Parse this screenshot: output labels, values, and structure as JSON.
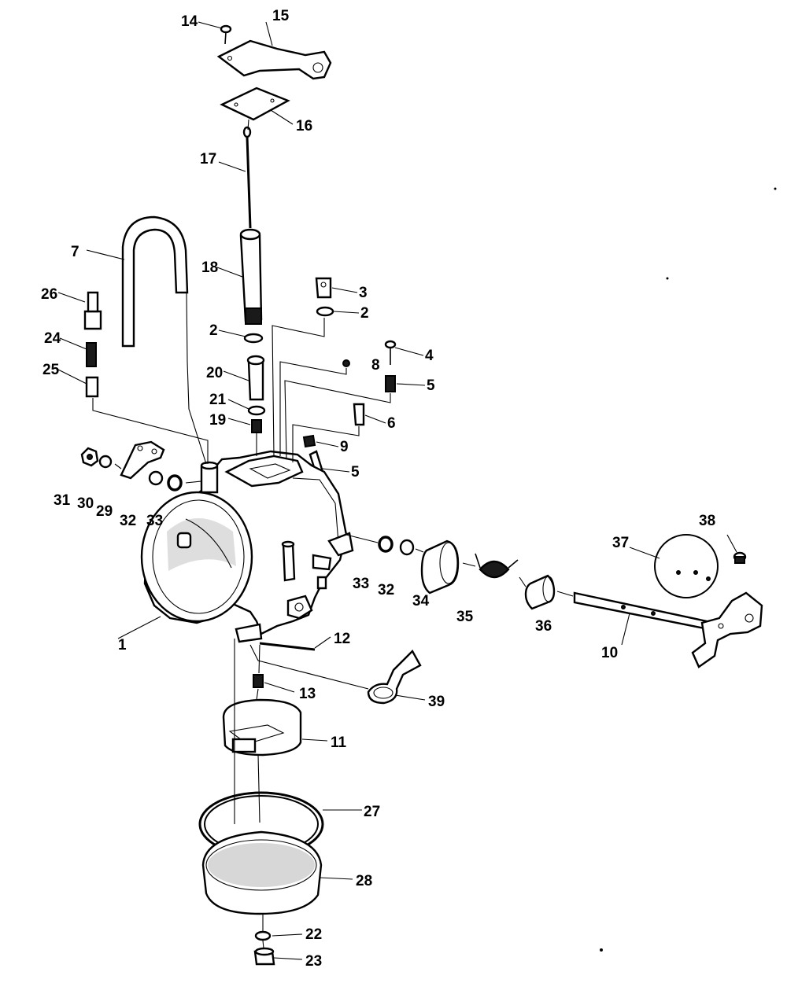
{
  "callouts": [
    {
      "id": "c1",
      "text": "1"
    },
    {
      "id": "c2a",
      "text": "2"
    },
    {
      "id": "c2b",
      "text": "2"
    },
    {
      "id": "c3",
      "text": "3"
    },
    {
      "id": "c4",
      "text": "4"
    },
    {
      "id": "c5a",
      "text": "5"
    },
    {
      "id": "c5b",
      "text": "5"
    },
    {
      "id": "c6",
      "text": "6"
    },
    {
      "id": "c7",
      "text": "7"
    },
    {
      "id": "c8",
      "text": "8"
    },
    {
      "id": "c9",
      "text": "9"
    },
    {
      "id": "c10",
      "text": "10"
    },
    {
      "id": "c11",
      "text": "11"
    },
    {
      "id": "c12",
      "text": "12"
    },
    {
      "id": "c13",
      "text": "13"
    },
    {
      "id": "c14",
      "text": "14"
    },
    {
      "id": "c15",
      "text": "15"
    },
    {
      "id": "c16",
      "text": "16"
    },
    {
      "id": "c17",
      "text": "17"
    },
    {
      "id": "c18",
      "text": "18"
    },
    {
      "id": "c19",
      "text": "19"
    },
    {
      "id": "c20",
      "text": "20"
    },
    {
      "id": "c21",
      "text": "21"
    },
    {
      "id": "c22",
      "text": "22"
    },
    {
      "id": "c23",
      "text": "23"
    },
    {
      "id": "c24",
      "text": "24"
    },
    {
      "id": "c25",
      "text": "25"
    },
    {
      "id": "c26",
      "text": "26"
    },
    {
      "id": "c27",
      "text": "27"
    },
    {
      "id": "c28",
      "text": "28"
    },
    {
      "id": "c29",
      "text": "29"
    },
    {
      "id": "c30",
      "text": "30"
    },
    {
      "id": "c31",
      "text": "31"
    },
    {
      "id": "c32a",
      "text": "32"
    },
    {
      "id": "c32b",
      "text": "32"
    },
    {
      "id": "c33a",
      "text": "33"
    },
    {
      "id": "c33b",
      "text": "33"
    },
    {
      "id": "c34",
      "text": "34"
    },
    {
      "id": "c35",
      "text": "35"
    },
    {
      "id": "c36",
      "text": "36"
    },
    {
      "id": "c37",
      "text": "37"
    },
    {
      "id": "c38",
      "text": "38"
    },
    {
      "id": "c39",
      "text": "39"
    }
  ]
}
